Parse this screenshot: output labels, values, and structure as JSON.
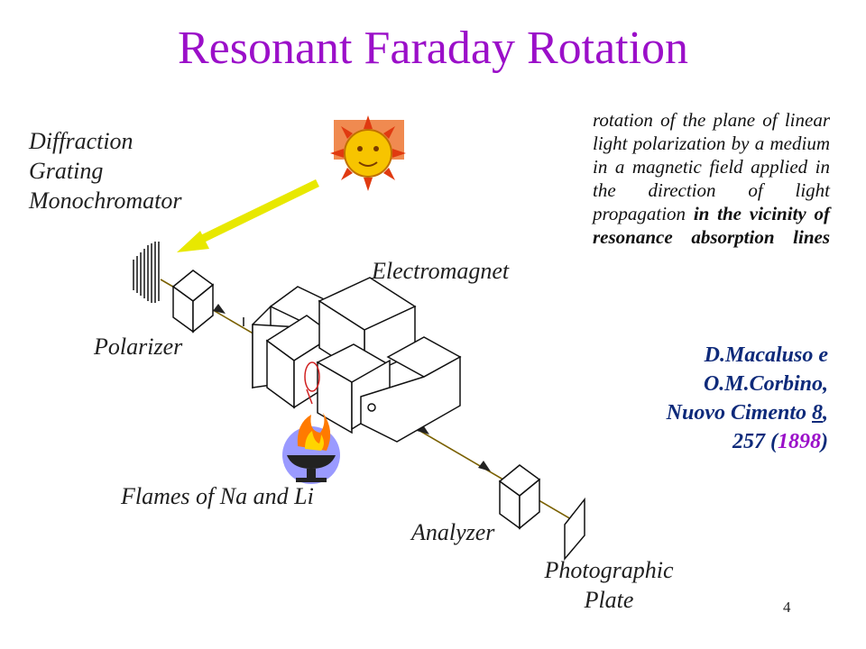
{
  "title": "Resonant Faraday Rotation",
  "labels": {
    "monochromator": [
      "Diffraction",
      "Grating",
      "Monochromator"
    ],
    "electromagnet": "Electromagnet",
    "polarizer": "Polarizer",
    "flames": "Flames of Na and Li",
    "analyzer": "Analyzer",
    "plate": [
      "Photographic",
      "Plate"
    ]
  },
  "description": {
    "normal": "rotation of the plane of linear light polarization by a medium in a magnetic field applied in the direction of light propagation",
    "bold": "in the vicinity of resonance absorption lines"
  },
  "reference": {
    "line1": "D.Macaluso e",
    "line2": "O.M.Corbino,",
    "line3_prefix": "Nuovo Cimento",
    "volume": "8",
    "line3_suffix": ",",
    "pages": "257",
    "year": "1898"
  },
  "page_number": "4",
  "colors": {
    "title": "#9b0fc9",
    "reference": "#0e2a7a",
    "year": "#9b0fc9",
    "beam": "#e8e800",
    "sun": "#f7a600",
    "flame": "#ff7a00",
    "flame_bg": "#9a9aff"
  },
  "icons": [
    "sun-icon",
    "flame-brazier-icon",
    "diffraction-grating-icon"
  ]
}
